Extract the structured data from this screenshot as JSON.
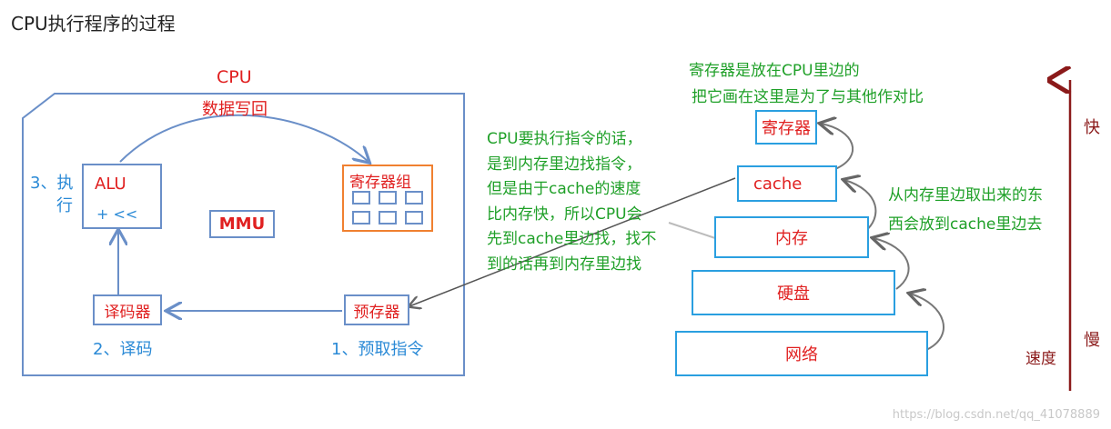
{
  "title": "CPU执行程序的过程",
  "cpu": {
    "label": "CPU",
    "writeback": "数据写回",
    "alu": {
      "name": "ALU",
      "ops": "+ <<"
    },
    "mmu": "MMU",
    "register_group": "寄存器组",
    "decoder": "译码器",
    "prefetch": "预存器",
    "steps": {
      "execute": [
        "3、执",
        "行"
      ],
      "decode": "2、译码",
      "fetch": "1、预取指令"
    }
  },
  "note_middle": [
    "CPU要执行指令的话，",
    "是到内存里边找指令，",
    "但是由于cache的速度",
    "比内存快，所以CPU会",
    "先到cache里边找，找不",
    "到的话再到内存里边找"
  ],
  "note_top": [
    "寄存器是放在CPU里边的",
    "把它画在这里是为了与其他作对比"
  ],
  "note_right": [
    "从内存里边取出来的东",
    "西会放到cache里边去"
  ],
  "pyramid": [
    "寄存器",
    "cache",
    "内存",
    "硬盘",
    "网络"
  ],
  "speed": {
    "fast": "快",
    "slow": "慢",
    "label": "速度"
  },
  "watermark": "https://blog.csdn.net/qq_41078889",
  "colors": {
    "red": "#e02020",
    "blue": "#2b8ad6",
    "green": "#1fa028",
    "box": "#6a8fc8",
    "pyramid": "#2a9fe0",
    "arrow": "#8b1a1a",
    "register_border": "#f08030"
  }
}
